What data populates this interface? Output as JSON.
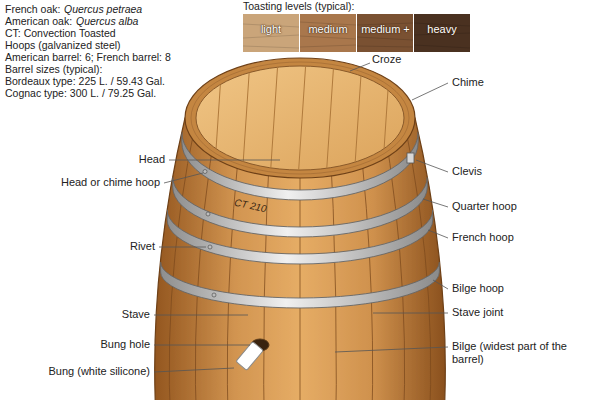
{
  "diagram": {
    "nodes": [
      {
        "text": [
          "light"
        ]
      },
      {
        "text": [
          "medium"
        ]
      },
      {
        "text": [
          "medium +"
        ]
      },
      {
        "text": [
          "heavy"
        ]
      }
    ],
    "labels": [
      "French oak:",
      "Quercus petraea",
      "American oak:",
      "Quercus alba",
      "CT: Convection Toasted",
      "Hoops (galvanized steel)",
      "American barrel: 6; French barrel: 8",
      "Barrel sizes (typical):",
      "Bordeaux type: 225 L. / 59.43 Gal.",
      "Cognac type: 300 L. / 79.25 Gal.",
      "Toasting levels (typical):",
      "Croze",
      "Chime",
      "Head",
      "Head or chime hoop",
      "Clevis",
      "Quarter hoop",
      "Rivet",
      "French hoop",
      "Stave",
      "Bilge hoop",
      "Stave joint",
      "Bung hole",
      "Bung (white silicone)",
      "Bilge (widest part of the barrel)",
      "CT 210"
    ]
  }
}
